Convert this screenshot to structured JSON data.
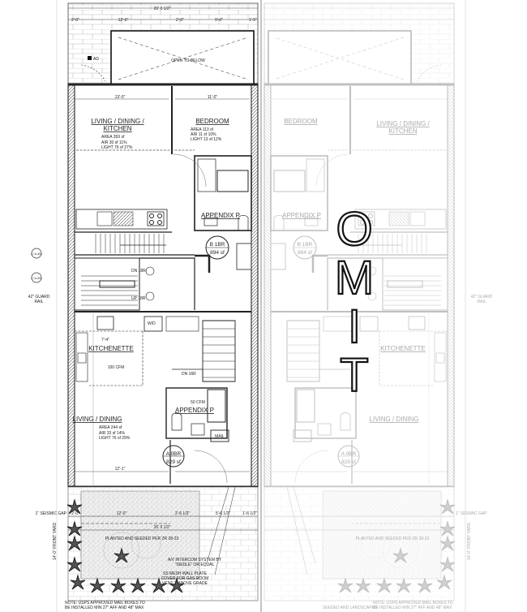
{
  "dimensions": {
    "overall_width": "26' 0 1/2\"",
    "top_row": [
      "2'-0\"",
      "12'-0\"",
      "2'-0\"",
      "9'-0\"",
      "1'-5\""
    ],
    "living_width": "13'-0\"",
    "bedroom_width": "11'-0\"",
    "kitchenette_width": "7'-4\"",
    "living_dining_width": "12'-1\"",
    "front_row": [
      "2'-0\"",
      "12'-0\"",
      "2'-6 1/2\"",
      "5'-6 1/2\"",
      "1'-6 1/2\""
    ],
    "front_overall": "26' 0 1/2\""
  },
  "yard": {
    "open_to_below": "OPEN TO BELOW",
    "area_drain": "AD"
  },
  "left_unit": {
    "upper_living": {
      "title_line1": "LIVING / DINING /",
      "title_line2": "KITCHEN",
      "area": "AREA  269 sf",
      "air": "AIR    30 sf    11%",
      "light": "LIGHT  76 sf    27%"
    },
    "bedroom": {
      "title": "BEDROOM",
      "area": "AREA  113 sf",
      "air": "AIR    11 sf    10%",
      "light": "LIGHT  13 sf    12%"
    },
    "appendix_upper": "APPENDIX P",
    "unit_b": {
      "id": "B 1BR",
      "area": "894 sf"
    },
    "stair_dn": "DN 18R",
    "stair_up": "UP 18R",
    "kitchenette": "KITCHENETTE",
    "kitchenette_fan": "100 CFM",
    "washer_dryer": "W/D",
    "stair_dn_lower": "DN 16R",
    "appendix_lower": "APPENDIX P",
    "bath_fan": "50 CFM",
    "mail": "MAIL",
    "lower_living": {
      "title": "LIVING / DINING",
      "area": "AREA  244 sf",
      "air": "AIR    33 sf    14%",
      "light": "LIGHT  76 sf    29%"
    },
    "unit_a": {
      "id": "A 0BR",
      "area": "829 sf"
    }
  },
  "front_yard": {
    "planted": "PLANTED AND SEEDED PER ZR 28-23",
    "intercom_1": "A/V INTERCOM SYSTEM BY",
    "intercom_2": "\"SIEDLE\" OR EQUAL",
    "plate_1": "SS MESH WALL PLATE",
    "plate_2": "COVER FOR GAS ROOM",
    "plate_3": "VENT 3' ABOVE GRADE",
    "note_1": "NOTE: USPS APPROVED MAIL BOXES TO",
    "note_2": "BE INSTALLED MIN 27\" AFF AND 48\" MAX",
    "seeded": "SEEDED AND LANDSCAPED"
  },
  "side_labels": {
    "guard_rail_1": "42\" GUARD",
    "guard_rail_2": "RAIL",
    "seismic_gap": "1\" SEISMIC GAP",
    "front_yard": "14'-0\" FRONT YARD",
    "section_1": "4 / A-301",
    "section_2": "1 / A-301"
  },
  "right_unit": {
    "bedroom": "BEDROOM",
    "living_1": "LIVING / DINING /",
    "living_2": "KITCHEN",
    "appendix": "APPENDIX P",
    "unit_b_id": "B 1BR",
    "unit_b_area": "894 sf",
    "kitchenette": "KITCHENETTE",
    "living_lower": "LIVING / DINING",
    "unit_a_id": "A 0BR",
    "unit_a_area": "829 sf",
    "planted": "PLANTED AND SEEDED PER ZR 28-23",
    "guard_rail_1": "42\" GUARD",
    "guard_rail_2": "RAIL",
    "seismic_gap": "1\" SEISMIC GAP",
    "front_yard": "14'-0\" FRONT YARD",
    "note_1": "NOTE: USPS APPROVED MAIL BOXES TO",
    "note_2": "BE INSTALLED MIN 27\" AFF AND 48\" MAX"
  },
  "omit_stamp": [
    "O",
    "M",
    "I",
    "T"
  ]
}
